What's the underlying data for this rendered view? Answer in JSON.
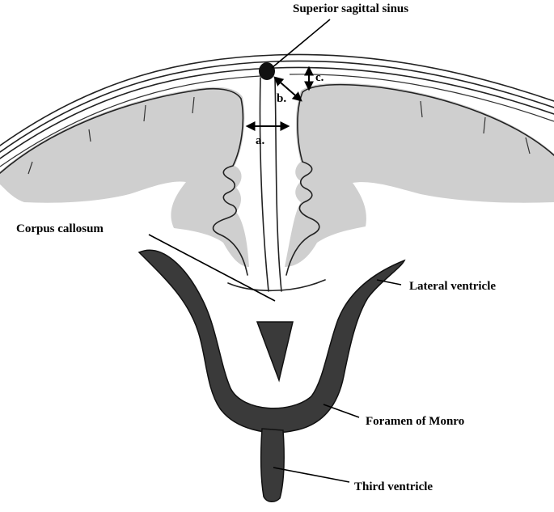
{
  "labels": {
    "superior_sagittal_sinus": "Superior sagittal sinus",
    "corpus_callosum": "Corpus callosum",
    "lateral_ventricle": "Lateral ventricle",
    "foramen_of_monro": "Foramen of Monro",
    "third_ventricle": "Third ventricle"
  },
  "measurements": {
    "a": "a.",
    "b": "b.",
    "c": "c."
  },
  "colors": {
    "ink": "#222222",
    "cortex_grey": "#cfcfcf",
    "ventricle_dark": "#3a3a3a",
    "background": "#ffffff"
  }
}
